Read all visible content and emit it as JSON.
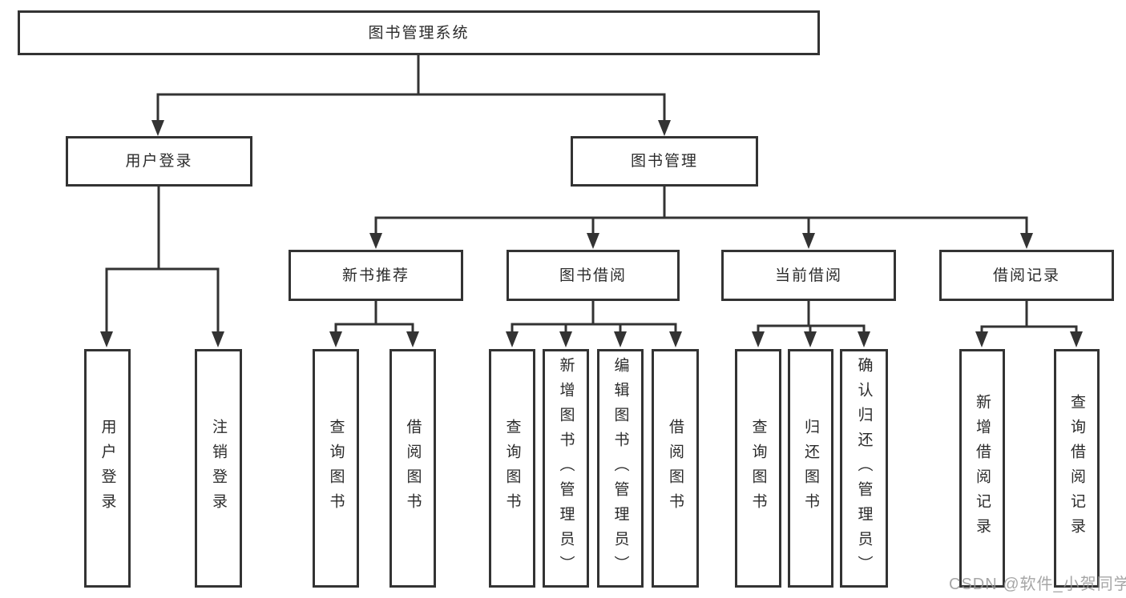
{
  "diagram_title": "图书管理系统",
  "nodes": {
    "root": "图书管理系统",
    "user_login": "用户登录",
    "book_mgmt": "图书管理",
    "new_book_rec": "新书推荐",
    "book_borrow": "图书借阅",
    "current_borrow": "当前借阅",
    "borrow_records": "借阅记录",
    "leaf_user_login": "用户登录",
    "leaf_logout": "注销登录",
    "leaf_rec_query": "查询图书",
    "leaf_rec_borrow": "借阅图书",
    "leaf_bb_query": "查询图书",
    "leaf_bb_add": "新增图书（管理员）",
    "leaf_bb_edit": "编辑图书（管理员）",
    "leaf_bb_borrow": "借阅图书",
    "leaf_cb_query": "查询图书",
    "leaf_cb_return": "归还图书",
    "leaf_cb_confirm": "确认归还（管理员）",
    "leaf_br_add": "新增借阅记录",
    "leaf_br_query": "查询借阅记录"
  },
  "edges": [
    [
      "root",
      "user_login"
    ],
    [
      "root",
      "book_mgmt"
    ],
    [
      "user_login",
      "leaf_user_login"
    ],
    [
      "user_login",
      "leaf_logout"
    ],
    [
      "book_mgmt",
      "new_book_rec"
    ],
    [
      "book_mgmt",
      "book_borrow"
    ],
    [
      "book_mgmt",
      "current_borrow"
    ],
    [
      "book_mgmt",
      "borrow_records"
    ],
    [
      "new_book_rec",
      "leaf_rec_query"
    ],
    [
      "new_book_rec",
      "leaf_rec_borrow"
    ],
    [
      "book_borrow",
      "leaf_bb_query"
    ],
    [
      "book_borrow",
      "leaf_bb_add"
    ],
    [
      "book_borrow",
      "leaf_bb_edit"
    ],
    [
      "book_borrow",
      "leaf_bb_borrow"
    ],
    [
      "current_borrow",
      "leaf_cb_query"
    ],
    [
      "current_borrow",
      "leaf_cb_return"
    ],
    [
      "current_borrow",
      "leaf_cb_confirm"
    ],
    [
      "borrow_records",
      "leaf_br_add"
    ],
    [
      "borrow_records",
      "leaf_br_query"
    ]
  ],
  "watermark": {
    "text": "CSDN @软件_小贺同学"
  },
  "colors": {
    "line": "#333333",
    "box_border": "#333333",
    "text": "#2b2b2b",
    "watermark": "#969696",
    "background": "#ffffff"
  }
}
